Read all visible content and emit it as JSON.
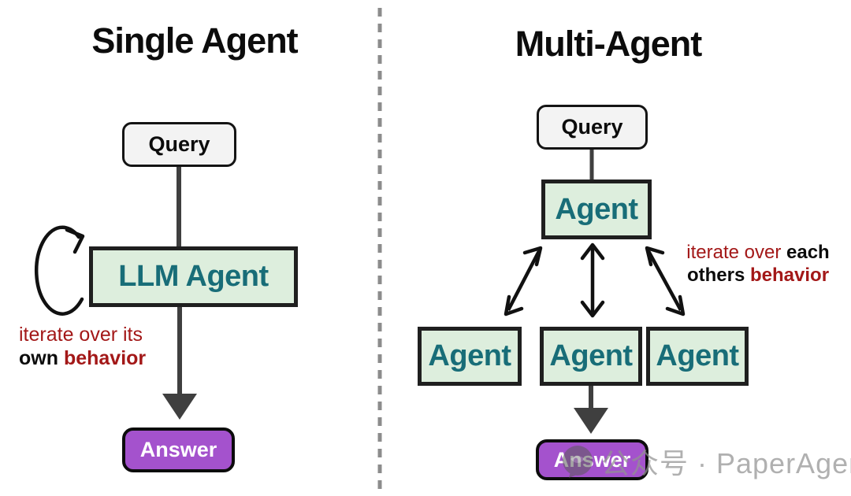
{
  "left_panel": {
    "title": "Single Agent",
    "query_label": "Query",
    "agent_label": "LLM Agent",
    "answer_label": "Answer",
    "annotation": {
      "line1_red": "iterate over its",
      "line2_black_bold": "own",
      "line2_red_bold": "behavior"
    },
    "loop_icon": "self-loop-arrow-icon"
  },
  "right_panel": {
    "title": "Multi-Agent",
    "query_label": "Query",
    "top_agent_label": "Agent",
    "worker_agents": [
      "Agent",
      "Agent",
      "Agent"
    ],
    "answer_label": "Answer",
    "annotation": {
      "line1_red": "iterate over",
      "line1_black_bold": "each",
      "line2_black_bold": "others",
      "line2_red_bold": "behavior"
    },
    "bidirectional_arrows_count": 3
  },
  "watermark": {
    "logo": "chat-bubble-logo-icon",
    "text": "公众号 · PaperAgent"
  },
  "colors": {
    "background": "#ffffff",
    "query_fill": "#f3f3f3",
    "agent_fill": "#ddeedd",
    "agent_text_teal": "#186d78",
    "answer_fill": "#a452cd",
    "answer_text": "#ffffff",
    "box_border": "#141414",
    "connector_gray": "#3f3f3f",
    "arrow_black": "#111111",
    "annotation_red": "#a31818",
    "divider_gray": "#8c8c8c",
    "watermark_gray": "#919191"
  }
}
